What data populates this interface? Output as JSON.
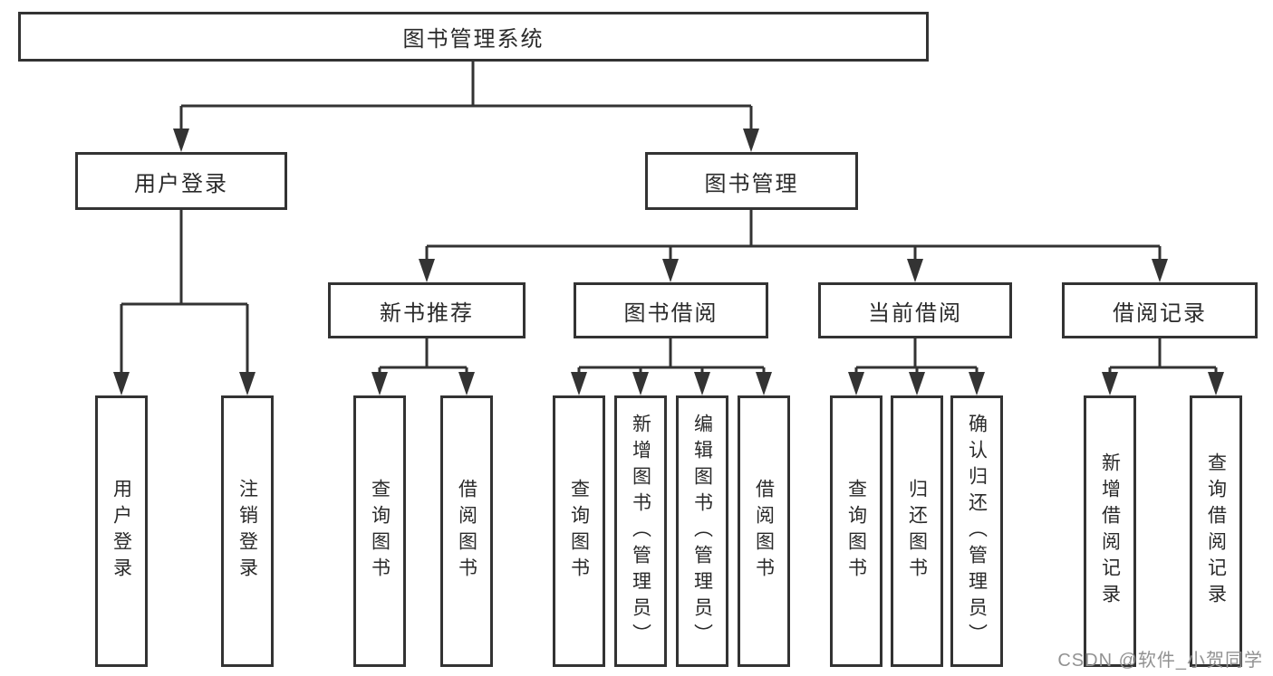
{
  "tree": {
    "root": "图书管理系统",
    "children": [
      {
        "label": "用户登录",
        "children": [
          "用户登录",
          "注销登录"
        ]
      },
      {
        "label": "图书管理",
        "children": [
          {
            "label": "新书推荐",
            "children": [
              "查询图书",
              "借阅图书"
            ]
          },
          {
            "label": "图书借阅",
            "children": [
              "查询图书",
              "新增图书（管理员）",
              "编辑图书（管理员）",
              "借阅图书"
            ]
          },
          {
            "label": "当前借阅",
            "children": [
              "查询图书",
              "归还图书",
              "确认归还（管理员）"
            ]
          },
          {
            "label": "借阅记录",
            "children": [
              "新增借阅记录",
              "查询借阅记录"
            ]
          }
        ]
      }
    ]
  },
  "watermark": {
    "text": "CSDN @软件_小贺同学"
  },
  "colors": {
    "line": "#333333",
    "text": "#2a2a2a",
    "watermark": "#929292",
    "background": "#ffffff"
  }
}
